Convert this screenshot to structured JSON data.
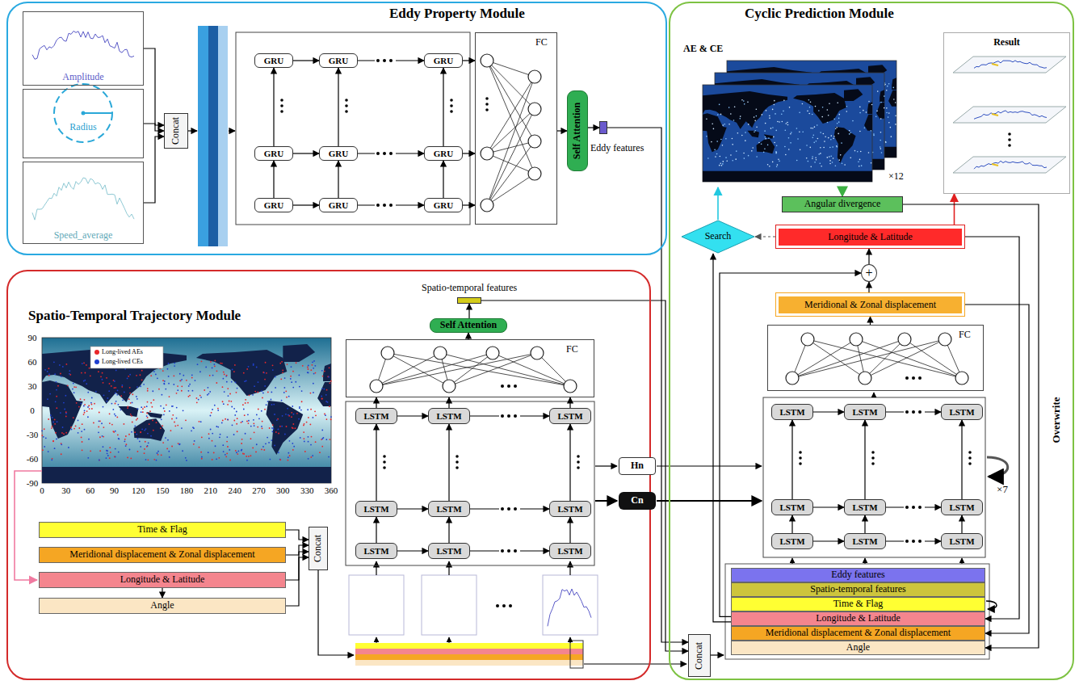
{
  "diagram": {
    "nodes": [
      {
        "text": [
          "Eddy Property Module"
        ]
      },
      {
        "text": [
          "Amplitude"
        ],
        "in": 0
      },
      {
        "text": [
          "Radius"
        ],
        "in": 0
      },
      {
        "text": [
          "Speed_average"
        ],
        "in": 0
      },
      {
        "text": [
          "Concat"
        ],
        "in": 0
      },
      {
        "text": [
          "GRU"
        ],
        "in": 0
      },
      {
        "text": [
          "GRU"
        ],
        "in": 0
      },
      {
        "text": [
          "GRU"
        ],
        "in": 0
      },
      {
        "text": [
          "GRU"
        ],
        "in": 0
      },
      {
        "text": [
          "GRU"
        ],
        "in": 0
      },
      {
        "text": [
          "GRU"
        ],
        "in": 0
      },
      {
        "text": [
          "GRU"
        ],
        "in": 0
      },
      {
        "text": [
          "GRU"
        ],
        "in": 0
      },
      {
        "text": [
          "GRU"
        ],
        "in": 0
      },
      {
        "text": [
          "FC"
        ],
        "in": 0
      },
      {
        "text": [
          "Self Attention"
        ],
        "in": 0
      },
      {
        "text": [
          "Eddy features"
        ],
        "in": 0
      },
      {
        "text": [
          "Spatio-Temporal Trajectory Module"
        ]
      },
      {
        "text": [
          "Time & Flag"
        ],
        "in": 17
      },
      {
        "text": [
          "Meridional displacement & Zonal displacement"
        ],
        "in": 17
      },
      {
        "text": [
          "Longitude & Latitude"
        ],
        "in": 17
      },
      {
        "text": [
          "Angle"
        ],
        "in": 17
      },
      {
        "text": [
          "Concat"
        ],
        "in": 17
      },
      {
        "text": [
          "LSTM"
        ],
        "in": 17
      },
      {
        "text": [
          "LSTM"
        ],
        "in": 17
      },
      {
        "text": [
          "LSTM"
        ],
        "in": 17
      },
      {
        "text": [
          "LSTM"
        ],
        "in": 17
      },
      {
        "text": [
          "LSTM"
        ],
        "in": 17
      },
      {
        "text": [
          "LSTM"
        ],
        "in": 17
      },
      {
        "text": [
          "LSTM"
        ],
        "in": 17
      },
      {
        "text": [
          "LSTM"
        ],
        "in": 17
      },
      {
        "text": [
          "LSTM"
        ],
        "in": 17
      },
      {
        "text": [
          "FC"
        ],
        "in": 17
      },
      {
        "text": [
          "Self Attention"
        ],
        "in": 17
      },
      {
        "text": [
          "Spatio-temporal features"
        ],
        "in": 17
      },
      {
        "text": [
          "Hn"
        ]
      },
      {
        "text": [
          "Cn"
        ]
      },
      {
        "text": [
          "Cyclic Prediction Module"
        ]
      },
      {
        "text": [
          "AE & CE",
          "×12"
        ],
        "in": 37
      },
      {
        "text": [
          "Result"
        ],
        "in": 37
      },
      {
        "text": [
          "Angular divergence"
        ],
        "in": 37
      },
      {
        "text": [
          "Search"
        ],
        "in": 37
      },
      {
        "text": [
          "Longitude & Latitude"
        ],
        "in": 37
      },
      {
        "text": [
          "+"
        ],
        "in": 37
      },
      {
        "text": [
          "Meridional & Zonal displacement"
        ],
        "in": 37
      },
      {
        "text": [
          "FC"
        ],
        "in": 37
      },
      {
        "text": [
          "LSTM"
        ],
        "in": 37
      },
      {
        "text": [
          "LSTM"
        ],
        "in": 37
      },
      {
        "text": [
          "LSTM"
        ],
        "in": 37
      },
      {
        "text": [
          "LSTM"
        ],
        "in": 37
      },
      {
        "text": [
          "LSTM"
        ],
        "in": 37
      },
      {
        "text": [
          "LSTM"
        ],
        "in": 37
      },
      {
        "text": [
          "LSTM"
        ],
        "in": 37
      },
      {
        "text": [
          "LSTM"
        ],
        "in": 37
      },
      {
        "text": [
          "LSTM"
        ],
        "in": 37
      },
      {
        "text": [
          "Concat"
        ],
        "in": 37
      },
      {
        "text": [
          "Eddy features"
        ],
        "in": 37
      },
      {
        "text": [
          "Spatio-temporal features"
        ],
        "in": 37
      },
      {
        "text": [
          "Time & Flag"
        ],
        "in": 37
      },
      {
        "text": [
          "Longitude & Latitude"
        ],
        "in": 37
      },
      {
        "text": [
          "Meridional displacement & Zonal displacement"
        ],
        "in": 37
      },
      {
        "text": [
          "Angle"
        ],
        "in": 37
      }
    ],
    "edges": [
      {
        "from": 1,
        "to": 4,
        "arrow": "to"
      },
      {
        "from": 2,
        "to": 4,
        "arrow": "to"
      },
      {
        "from": 3,
        "to": 4,
        "arrow": "to"
      },
      {
        "from": 5,
        "to": 6,
        "arrow": "to"
      },
      {
        "from": 6,
        "to": 7,
        "arrow": "to"
      },
      {
        "from": 8,
        "to": 9,
        "arrow": "to"
      },
      {
        "from": 9,
        "to": 10,
        "arrow": "to"
      },
      {
        "from": 11,
        "to": 12,
        "arrow": "to"
      },
      {
        "from": 12,
        "to": 13,
        "arrow": "to"
      },
      {
        "from": 11,
        "to": 8,
        "arrow": "to"
      },
      {
        "from": 12,
        "to": 9,
        "arrow": "to"
      },
      {
        "from": 13,
        "to": 10,
        "arrow": "to"
      },
      {
        "from": 8,
        "to": 5,
        "arrow": "to"
      },
      {
        "from": 9,
        "to": 6,
        "arrow": "to"
      },
      {
        "from": 10,
        "to": 7,
        "arrow": "to"
      },
      {
        "from": 7,
        "to": 14,
        "arrow": "to"
      },
      {
        "from": 10,
        "to": 14,
        "arrow": "to"
      },
      {
        "from": 13,
        "to": 14,
        "arrow": "to"
      },
      {
        "from": 14,
        "to": 15,
        "arrow": "to"
      },
      {
        "from": 15,
        "to": 16,
        "arrow": "to"
      },
      {
        "from": 16,
        "to": 55,
        "arrow": "to"
      },
      {
        "from": 18,
        "to": 22,
        "arrow": "to"
      },
      {
        "from": 19,
        "to": 22,
        "arrow": "to"
      },
      {
        "from": 20,
        "to": 22,
        "arrow": "to"
      },
      {
        "from": 21,
        "to": 22,
        "arrow": "to"
      },
      {
        "from": 20,
        "to": 21,
        "arrow": "to"
      },
      {
        "from": 23,
        "to": 24,
        "arrow": "to"
      },
      {
        "from": 24,
        "to": 25,
        "arrow": "to"
      },
      {
        "from": 26,
        "to": 27,
        "arrow": "to"
      },
      {
        "from": 27,
        "to": 28,
        "arrow": "to"
      },
      {
        "from": 29,
        "to": 30,
        "arrow": "to"
      },
      {
        "from": 30,
        "to": 31,
        "arrow": "to"
      },
      {
        "from": 29,
        "to": 26,
        "arrow": "to"
      },
      {
        "from": 30,
        "to": 27,
        "arrow": "to"
      },
      {
        "from": 31,
        "to": 28,
        "arrow": "to"
      },
      {
        "from": 26,
        "to": 23,
        "arrow": "to"
      },
      {
        "from": 27,
        "to": 24,
        "arrow": "to"
      },
      {
        "from": 28,
        "to": 25,
        "arrow": "to"
      },
      {
        "from": 23,
        "to": 32,
        "arrow": "to"
      },
      {
        "from": 24,
        "to": 32,
        "arrow": "to"
      },
      {
        "from": 25,
        "to": 32,
        "arrow": "to"
      },
      {
        "from": 32,
        "to": 33,
        "arrow": "to"
      },
      {
        "from": 33,
        "to": 34,
        "arrow": "to"
      },
      {
        "from": 34,
        "to": 55,
        "arrow": "to"
      },
      {
        "from": 46,
        "to": 47,
        "arrow": "to"
      },
      {
        "from": 47,
        "to": 48,
        "arrow": "to"
      },
      {
        "from": 49,
        "to": 50,
        "arrow": "to"
      },
      {
        "from": 50,
        "to": 51,
        "arrow": "to"
      },
      {
        "from": 52,
        "to": 53,
        "arrow": "to"
      },
      {
        "from": 53,
        "to": 54,
        "arrow": "to"
      },
      {
        "from": 52,
        "to": 49,
        "arrow": "to"
      },
      {
        "from": 53,
        "to": 50,
        "arrow": "to"
      },
      {
        "from": 54,
        "to": 51,
        "arrow": "to"
      },
      {
        "from": 49,
        "to": 46,
        "arrow": "to"
      },
      {
        "from": 50,
        "to": 47,
        "arrow": "to"
      },
      {
        "from": 51,
        "to": 48,
        "arrow": "to"
      },
      {
        "from": 45,
        "to": 44,
        "arrow": "to"
      },
      {
        "from": 44,
        "to": 43,
        "arrow": "to"
      },
      {
        "from": 43,
        "to": 42,
        "arrow": "to"
      },
      {
        "from": 42,
        "to": 39,
        "arrow": "to"
      },
      {
        "from": 42,
        "to": 41,
        "arrow": "to"
      },
      {
        "from": 41,
        "to": 38,
        "arrow": "to"
      },
      {
        "from": 38,
        "to": 40,
        "arrow": "to"
      },
      {
        "from": 59,
        "to": 43,
        "arrow": "to"
      },
      {
        "from": 59,
        "to": 41,
        "arrow": "to"
      },
      {
        "from": 40,
        "to": 61,
        "arrow": "to"
      },
      {
        "from": 44,
        "to": 60,
        "arrow": "to"
      },
      {
        "from": 42,
        "to": 59,
        "arrow": "to"
      }
    ],
    "labels": [
      "90",
      "60",
      "30",
      "0",
      "-30",
      "-60",
      "-90",
      "0",
      "30",
      "60",
      "90",
      "120",
      "150",
      "180",
      "210",
      "240",
      "270",
      "300",
      "330",
      "360",
      "×7",
      "Overwrite"
    ],
    "legend": [
      {
        "text": "Long-lived AEs",
        "color": "#e8262a"
      },
      {
        "text": "Long-lived CEs",
        "color": "#2040d0"
      }
    ]
  }
}
